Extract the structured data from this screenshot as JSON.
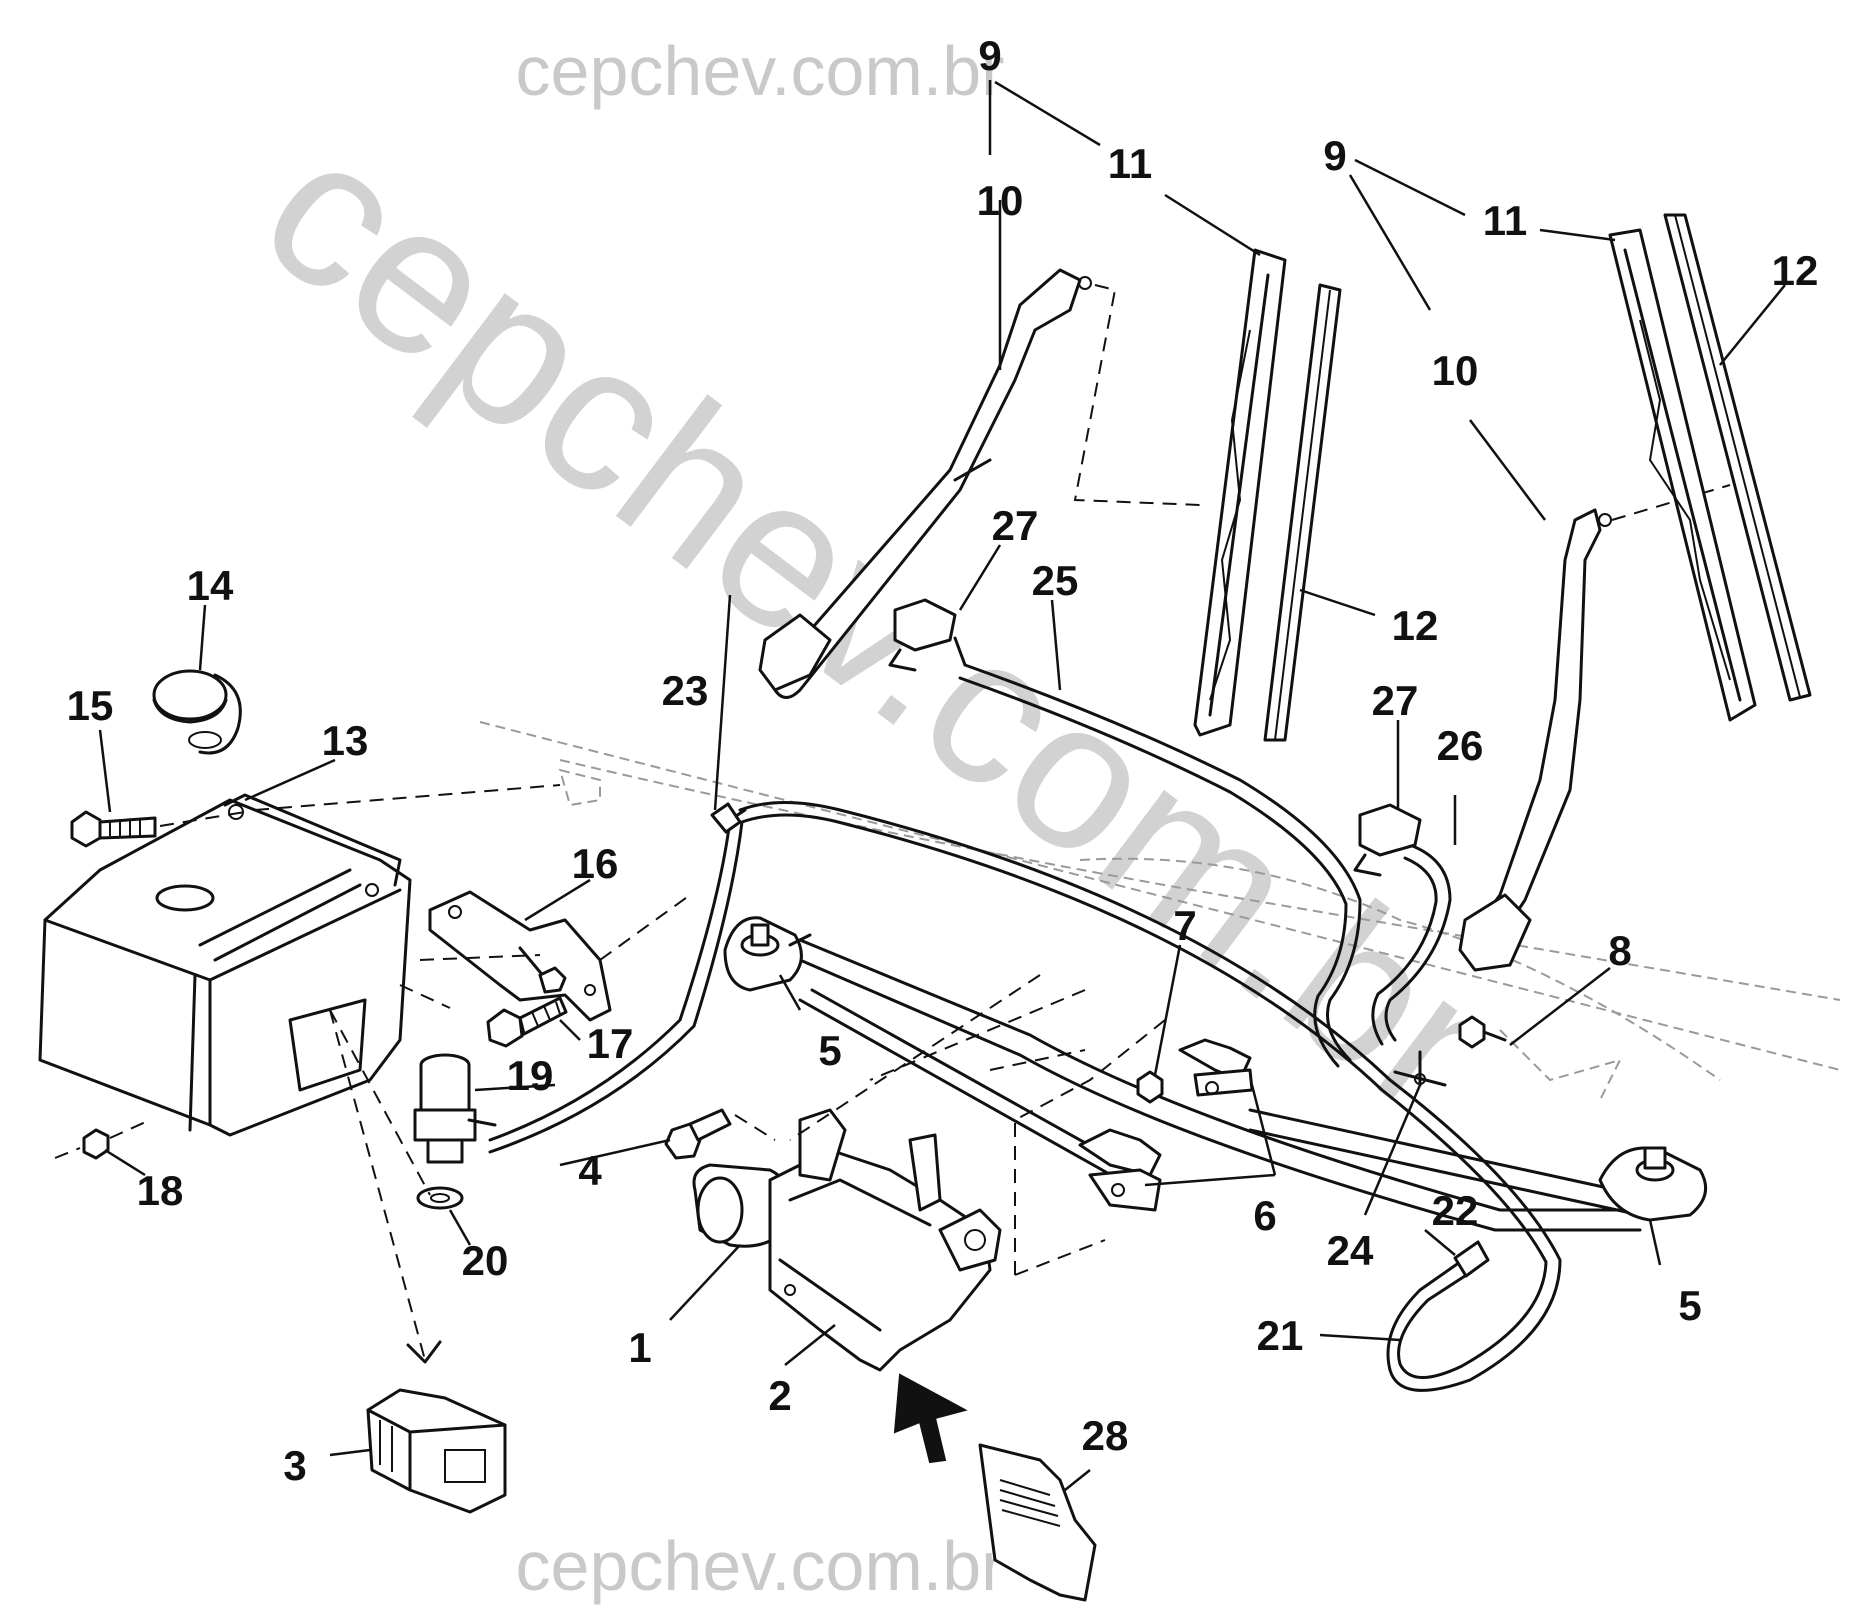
{
  "watermark": {
    "top_text": "cepchev.com.br",
    "bottom_text": "cepchev.com.br",
    "diagonal_text": "cepchev.com.br"
  },
  "callouts": [
    {
      "id": "c1",
      "text": "1"
    },
    {
      "id": "c2",
      "text": "2"
    },
    {
      "id": "c3",
      "text": "3"
    },
    {
      "id": "c4",
      "text": "4"
    },
    {
      "id": "c5a",
      "text": "5"
    },
    {
      "id": "c5b",
      "text": "5"
    },
    {
      "id": "c6",
      "text": "6"
    },
    {
      "id": "c7",
      "text": "7"
    },
    {
      "id": "c8",
      "text": "8"
    },
    {
      "id": "c9a",
      "text": "9"
    },
    {
      "id": "c9b",
      "text": "9"
    },
    {
      "id": "c10a",
      "text": "10"
    },
    {
      "id": "c10b",
      "text": "10"
    },
    {
      "id": "c11a",
      "text": "11"
    },
    {
      "id": "c11b",
      "text": "11"
    },
    {
      "id": "c12a",
      "text": "12"
    },
    {
      "id": "c12b",
      "text": "12"
    },
    {
      "id": "c13",
      "text": "13"
    },
    {
      "id": "c14",
      "text": "14"
    },
    {
      "id": "c15",
      "text": "15"
    },
    {
      "id": "c16",
      "text": "16"
    },
    {
      "id": "c17",
      "text": "17"
    },
    {
      "id": "c18",
      "text": "18"
    },
    {
      "id": "c19",
      "text": "19"
    },
    {
      "id": "c20",
      "text": "20"
    },
    {
      "id": "c21",
      "text": "21"
    },
    {
      "id": "c22",
      "text": "22"
    },
    {
      "id": "c23",
      "text": "23"
    },
    {
      "id": "c24",
      "text": "24"
    },
    {
      "id": "c25",
      "text": "25"
    },
    {
      "id": "c26",
      "text": "26"
    },
    {
      "id": "c27a",
      "text": "27"
    },
    {
      "id": "c27b",
      "text": "27"
    },
    {
      "id": "c28",
      "text": "28"
    }
  ]
}
